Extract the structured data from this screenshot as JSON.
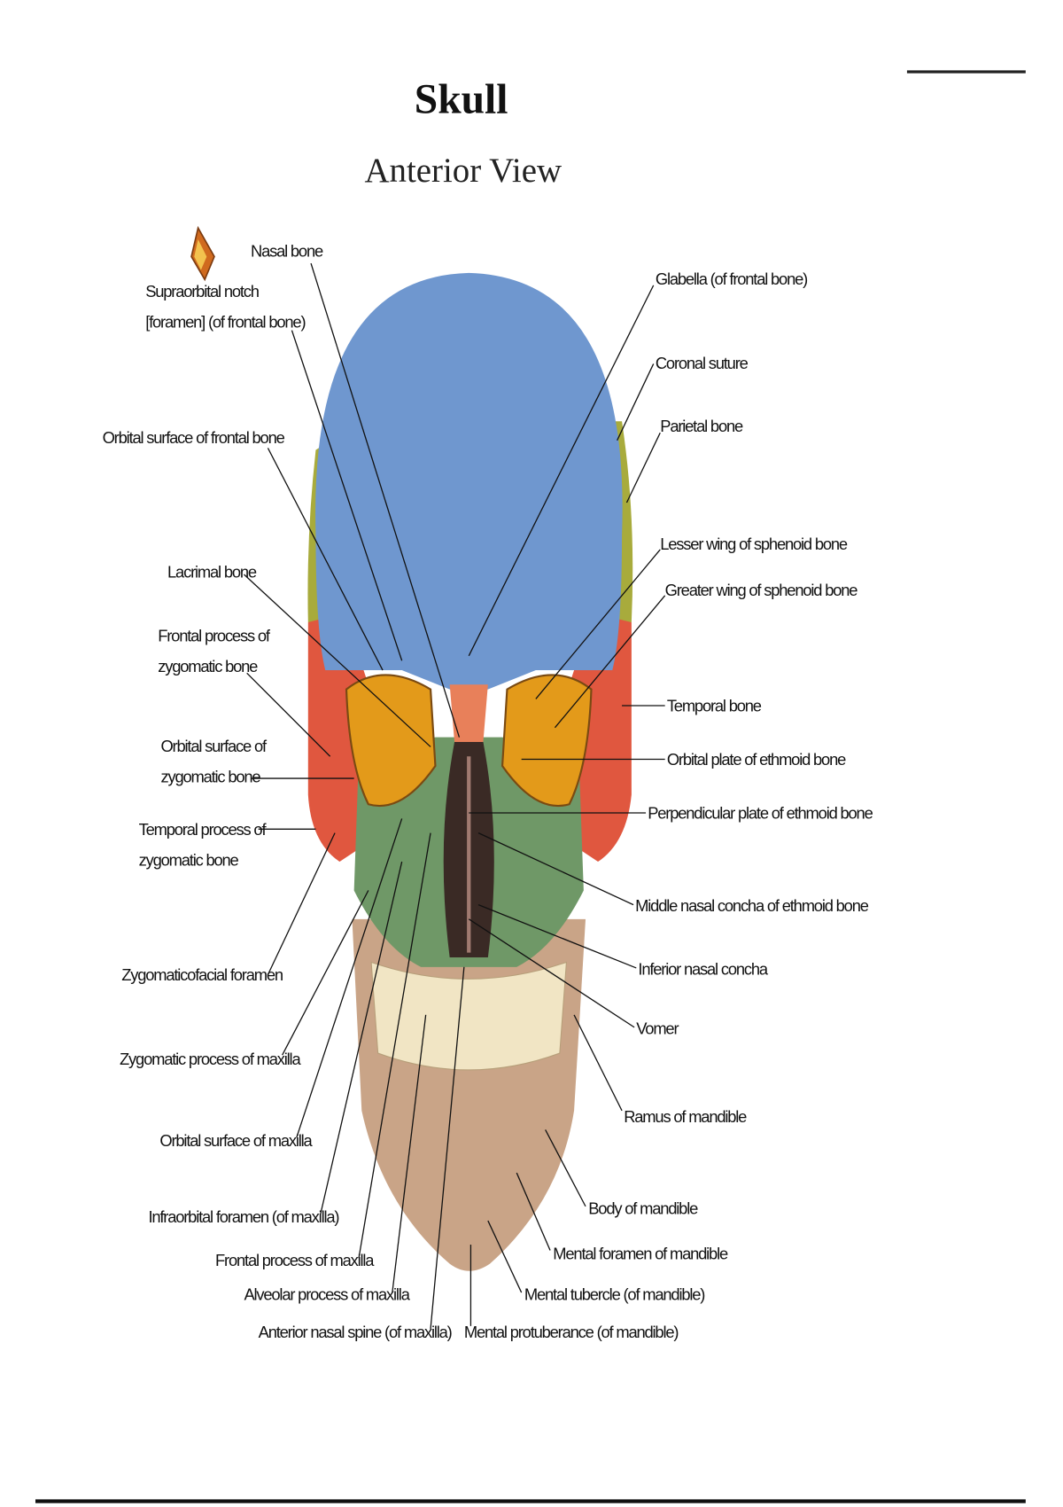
{
  "title": "Skull",
  "subtitle": "Anterior View",
  "colors": {
    "frontal": "#6f97cf",
    "parietal": "#a8ab3c",
    "temporal_zygomatic": "#e0573f",
    "sphenoid": "#e39a1a",
    "maxilla": "#6f9867",
    "mandible": "#c9a487",
    "teeth": "#f1e5c4"
  },
  "labels_left": [
    {
      "text": "Nasal bone"
    },
    {
      "text": "Supraorbital notch",
      "text2": "[foramen] (of frontal bone)"
    },
    {
      "text": "Orbital surface of frontal bone"
    },
    {
      "text": "Lacrimal bone"
    },
    {
      "text": "Frontal process of",
      "text2": "zygomatic bone"
    },
    {
      "text": "Orbital surface of",
      "text2": "zygomatic bone"
    },
    {
      "text": "Temporal process of",
      "text2": "zygomatic bone"
    },
    {
      "text": "Zygomaticofacial foramen"
    },
    {
      "text": "Zygomatic process of maxilla"
    },
    {
      "text": "Orbital surface of maxilla"
    },
    {
      "text": "Infraorbital foramen (of maxilla)"
    },
    {
      "text": "Frontal process of maxilla"
    },
    {
      "text": "Alveolar process of maxilla"
    },
    {
      "text": "Anterior nasal spine (of maxilla)"
    }
  ],
  "labels_right": [
    {
      "text": "Glabella (of frontal bone)"
    },
    {
      "text": "Coronal suture"
    },
    {
      "text": "Parietal bone"
    },
    {
      "text": "Lesser wing of sphenoid bone"
    },
    {
      "text": "Greater wing of sphenoid bone"
    },
    {
      "text": "Temporal bone"
    },
    {
      "text": "Orbital plate of ethmoid bone"
    },
    {
      "text": "Perpendicular plate of ethmoid bone"
    },
    {
      "text": "Middle nasal concha of ethmoid bone"
    },
    {
      "text": "Inferior nasal concha"
    },
    {
      "text": "Vomer"
    },
    {
      "text": "Ramus of mandible"
    },
    {
      "text": "Body of mandible"
    },
    {
      "text": "Mental foramen of mandible"
    },
    {
      "text": "Mental tubercle (of mandible)"
    },
    {
      "text": "Mental protuberance (of mandible)"
    }
  ]
}
